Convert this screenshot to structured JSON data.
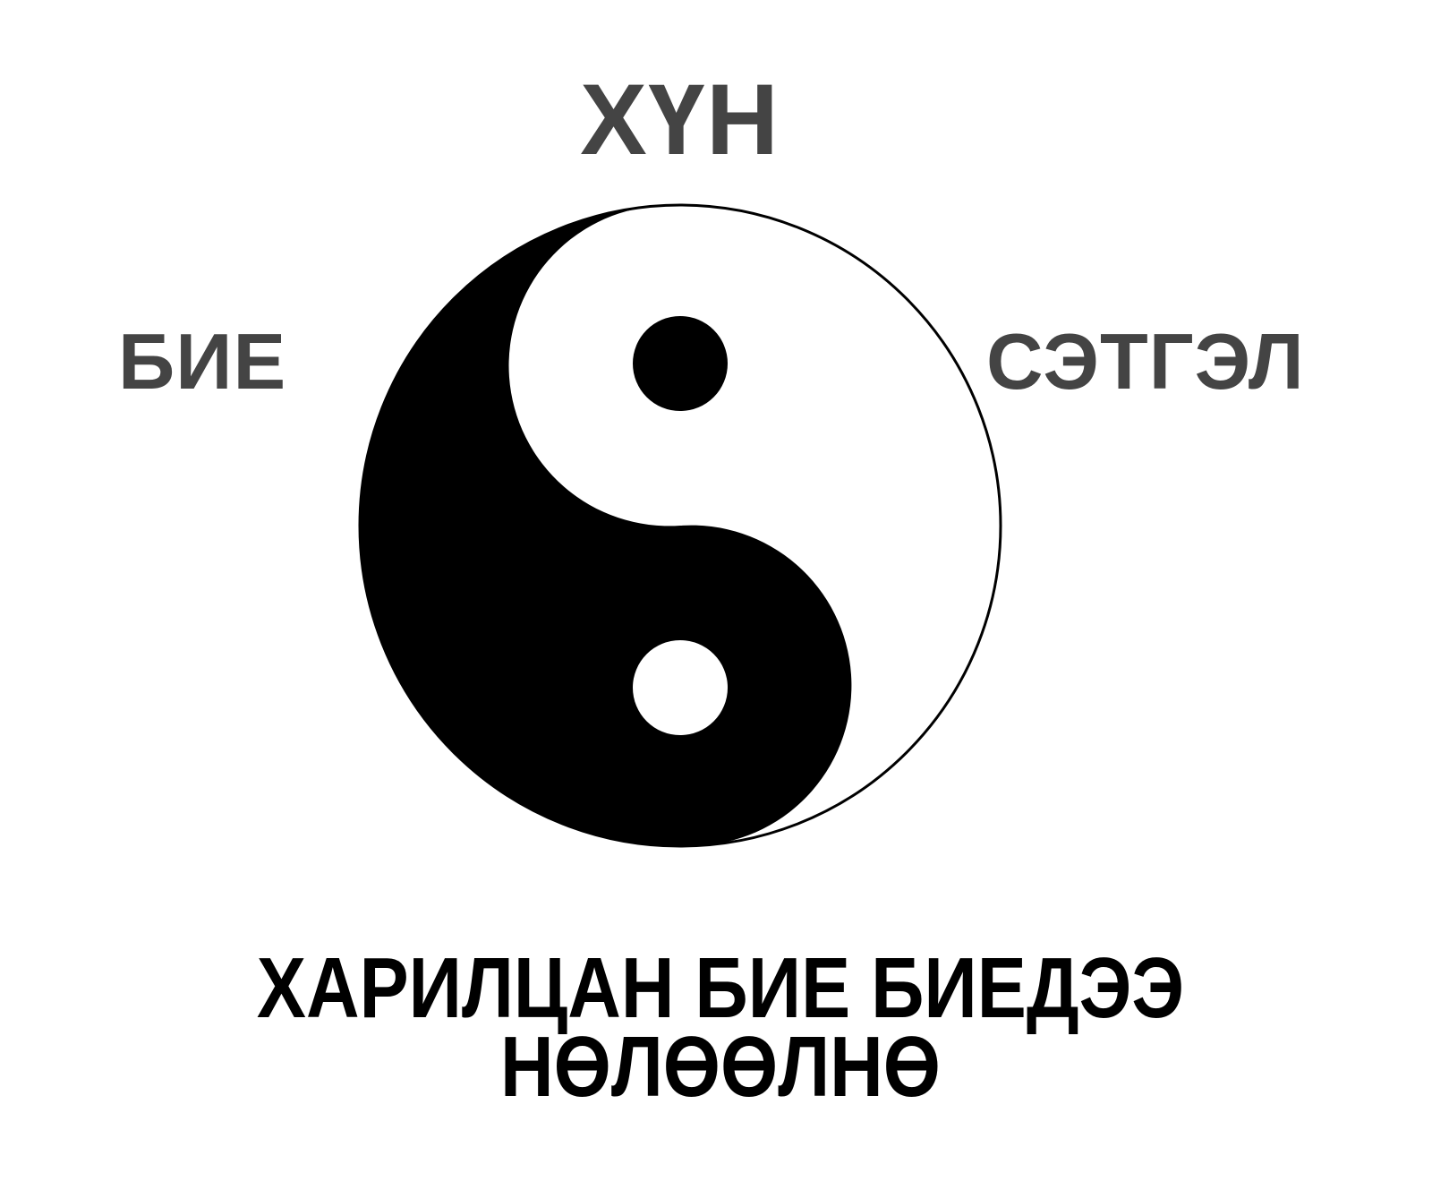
{
  "diagram": {
    "type": "yin-yang",
    "colors": {
      "yin": "#000000",
      "yang": "#ffffff",
      "label_text": "#444444",
      "caption_text": "#000000"
    },
    "labels": {
      "top": "ХҮН",
      "left": "БИЕ",
      "right": "СЭТГЭЛ"
    },
    "caption": {
      "line1": "ХАРИЛЦАН БИЕ БИЕДЭЭ",
      "line2": "НӨЛӨӨЛНӨ"
    }
  }
}
